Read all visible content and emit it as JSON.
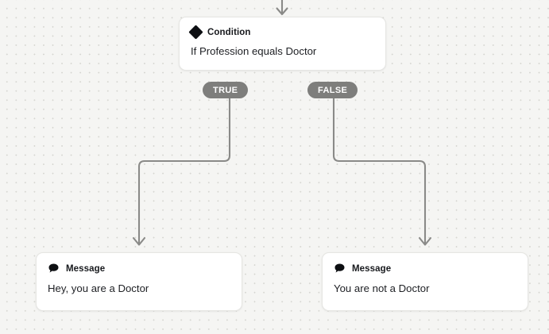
{
  "canvas": {
    "background_color": "#f5f5f3",
    "dot_color": "#d6d6d1",
    "wire_color": "#8a8a88"
  },
  "nodes": {
    "condition": {
      "icon": "diamond-icon",
      "type_label": "Condition",
      "text": "If Profession equals Doctor"
    },
    "message_true": {
      "icon": "speech-bubble-icon",
      "type_label": "Message",
      "text": "Hey, you are a Doctor"
    },
    "message_false": {
      "icon": "speech-bubble-icon",
      "type_label": "Message",
      "text": "You are not a Doctor"
    }
  },
  "branches": {
    "true_label": "TRUE",
    "false_label": "FALSE",
    "badge_color": "#7e7e7c",
    "badge_text_color": "#ffffff"
  }
}
